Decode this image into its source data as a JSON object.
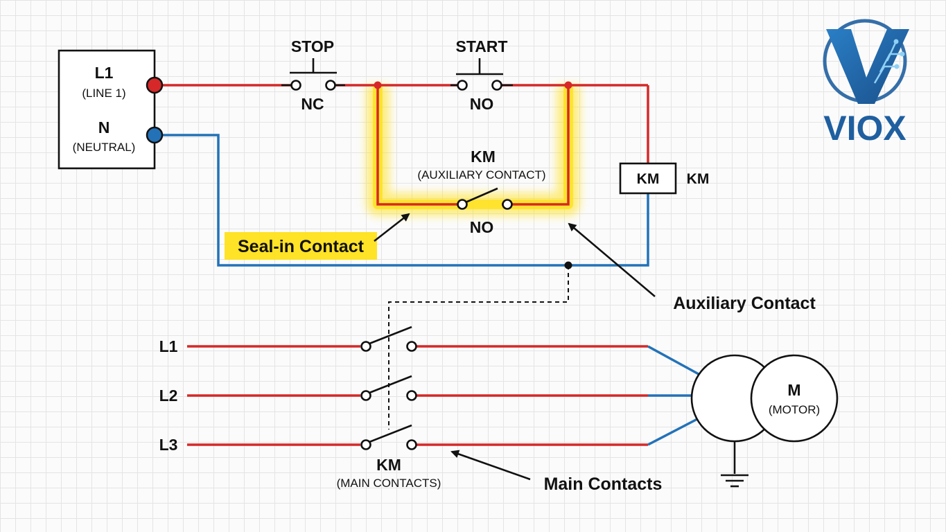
{
  "source": {
    "line_label": "L1",
    "line_sub": "(LINE 1)",
    "neutral_label": "N",
    "neutral_sub": "(NEUTRAL)"
  },
  "stop_button": {
    "label": "STOP",
    "type": "NC"
  },
  "start_button": {
    "label": "START",
    "type": "NO"
  },
  "aux_contact": {
    "label": "KM",
    "sub": "(AUXILIARY CONTACT)",
    "type": "NO"
  },
  "coil": {
    "box_label": "KM",
    "side_label": "KM"
  },
  "callouts": {
    "seal_in": "Seal-in Contact",
    "auxiliary": "Auxiliary Contact",
    "main": "Main Contacts"
  },
  "power": {
    "lines": [
      "L1",
      "L2",
      "L3"
    ],
    "main_label": "KM",
    "main_sub": "(MAIN CONTACTS)"
  },
  "motor": {
    "label": "M",
    "sub": "(MOTOR)"
  },
  "logo": {
    "text": "VIOX"
  },
  "colors": {
    "line": "#d62828",
    "neutral": "#2372b8",
    "highlight": "#ffe11a",
    "logo_blue": "#1f5fa0"
  }
}
